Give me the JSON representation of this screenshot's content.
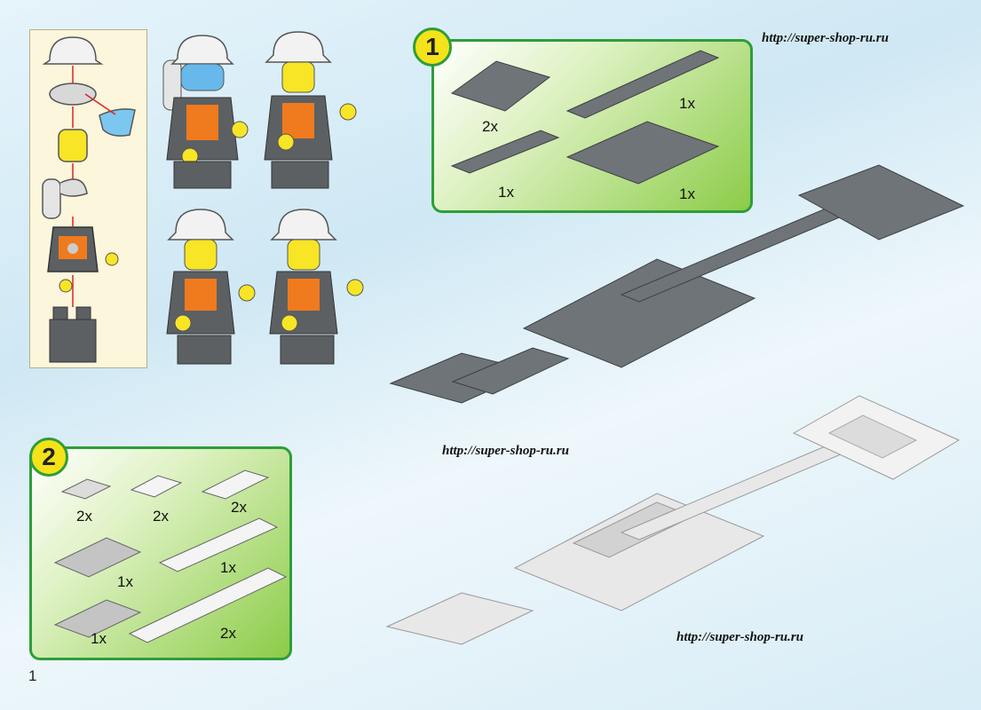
{
  "urls": {
    "top": "http://super-shop-ru.ru",
    "middle": "http://super-shop-ru.ru",
    "bottom": "http://super-shop-ru.ru"
  },
  "step1": {
    "number": "1",
    "items": [
      {
        "qty": "2x"
      },
      {
        "qty": "1x"
      },
      {
        "qty": "1x"
      },
      {
        "qty": "1x"
      }
    ]
  },
  "step2": {
    "number": "2",
    "items": [
      {
        "qty": "2x"
      },
      {
        "qty": "2x"
      },
      {
        "qty": "2x"
      },
      {
        "qty": "1x"
      },
      {
        "qty": "1x"
      },
      {
        "qty": "1x"
      },
      {
        "qty": "2x"
      }
    ]
  },
  "page_number": "1",
  "colors": {
    "step_border": "#2e9d3a",
    "badge": "#f4e21a",
    "dark_plate": "#6f7478",
    "light_plate": "#e8e8e8",
    "vest": "#f07a1e"
  }
}
